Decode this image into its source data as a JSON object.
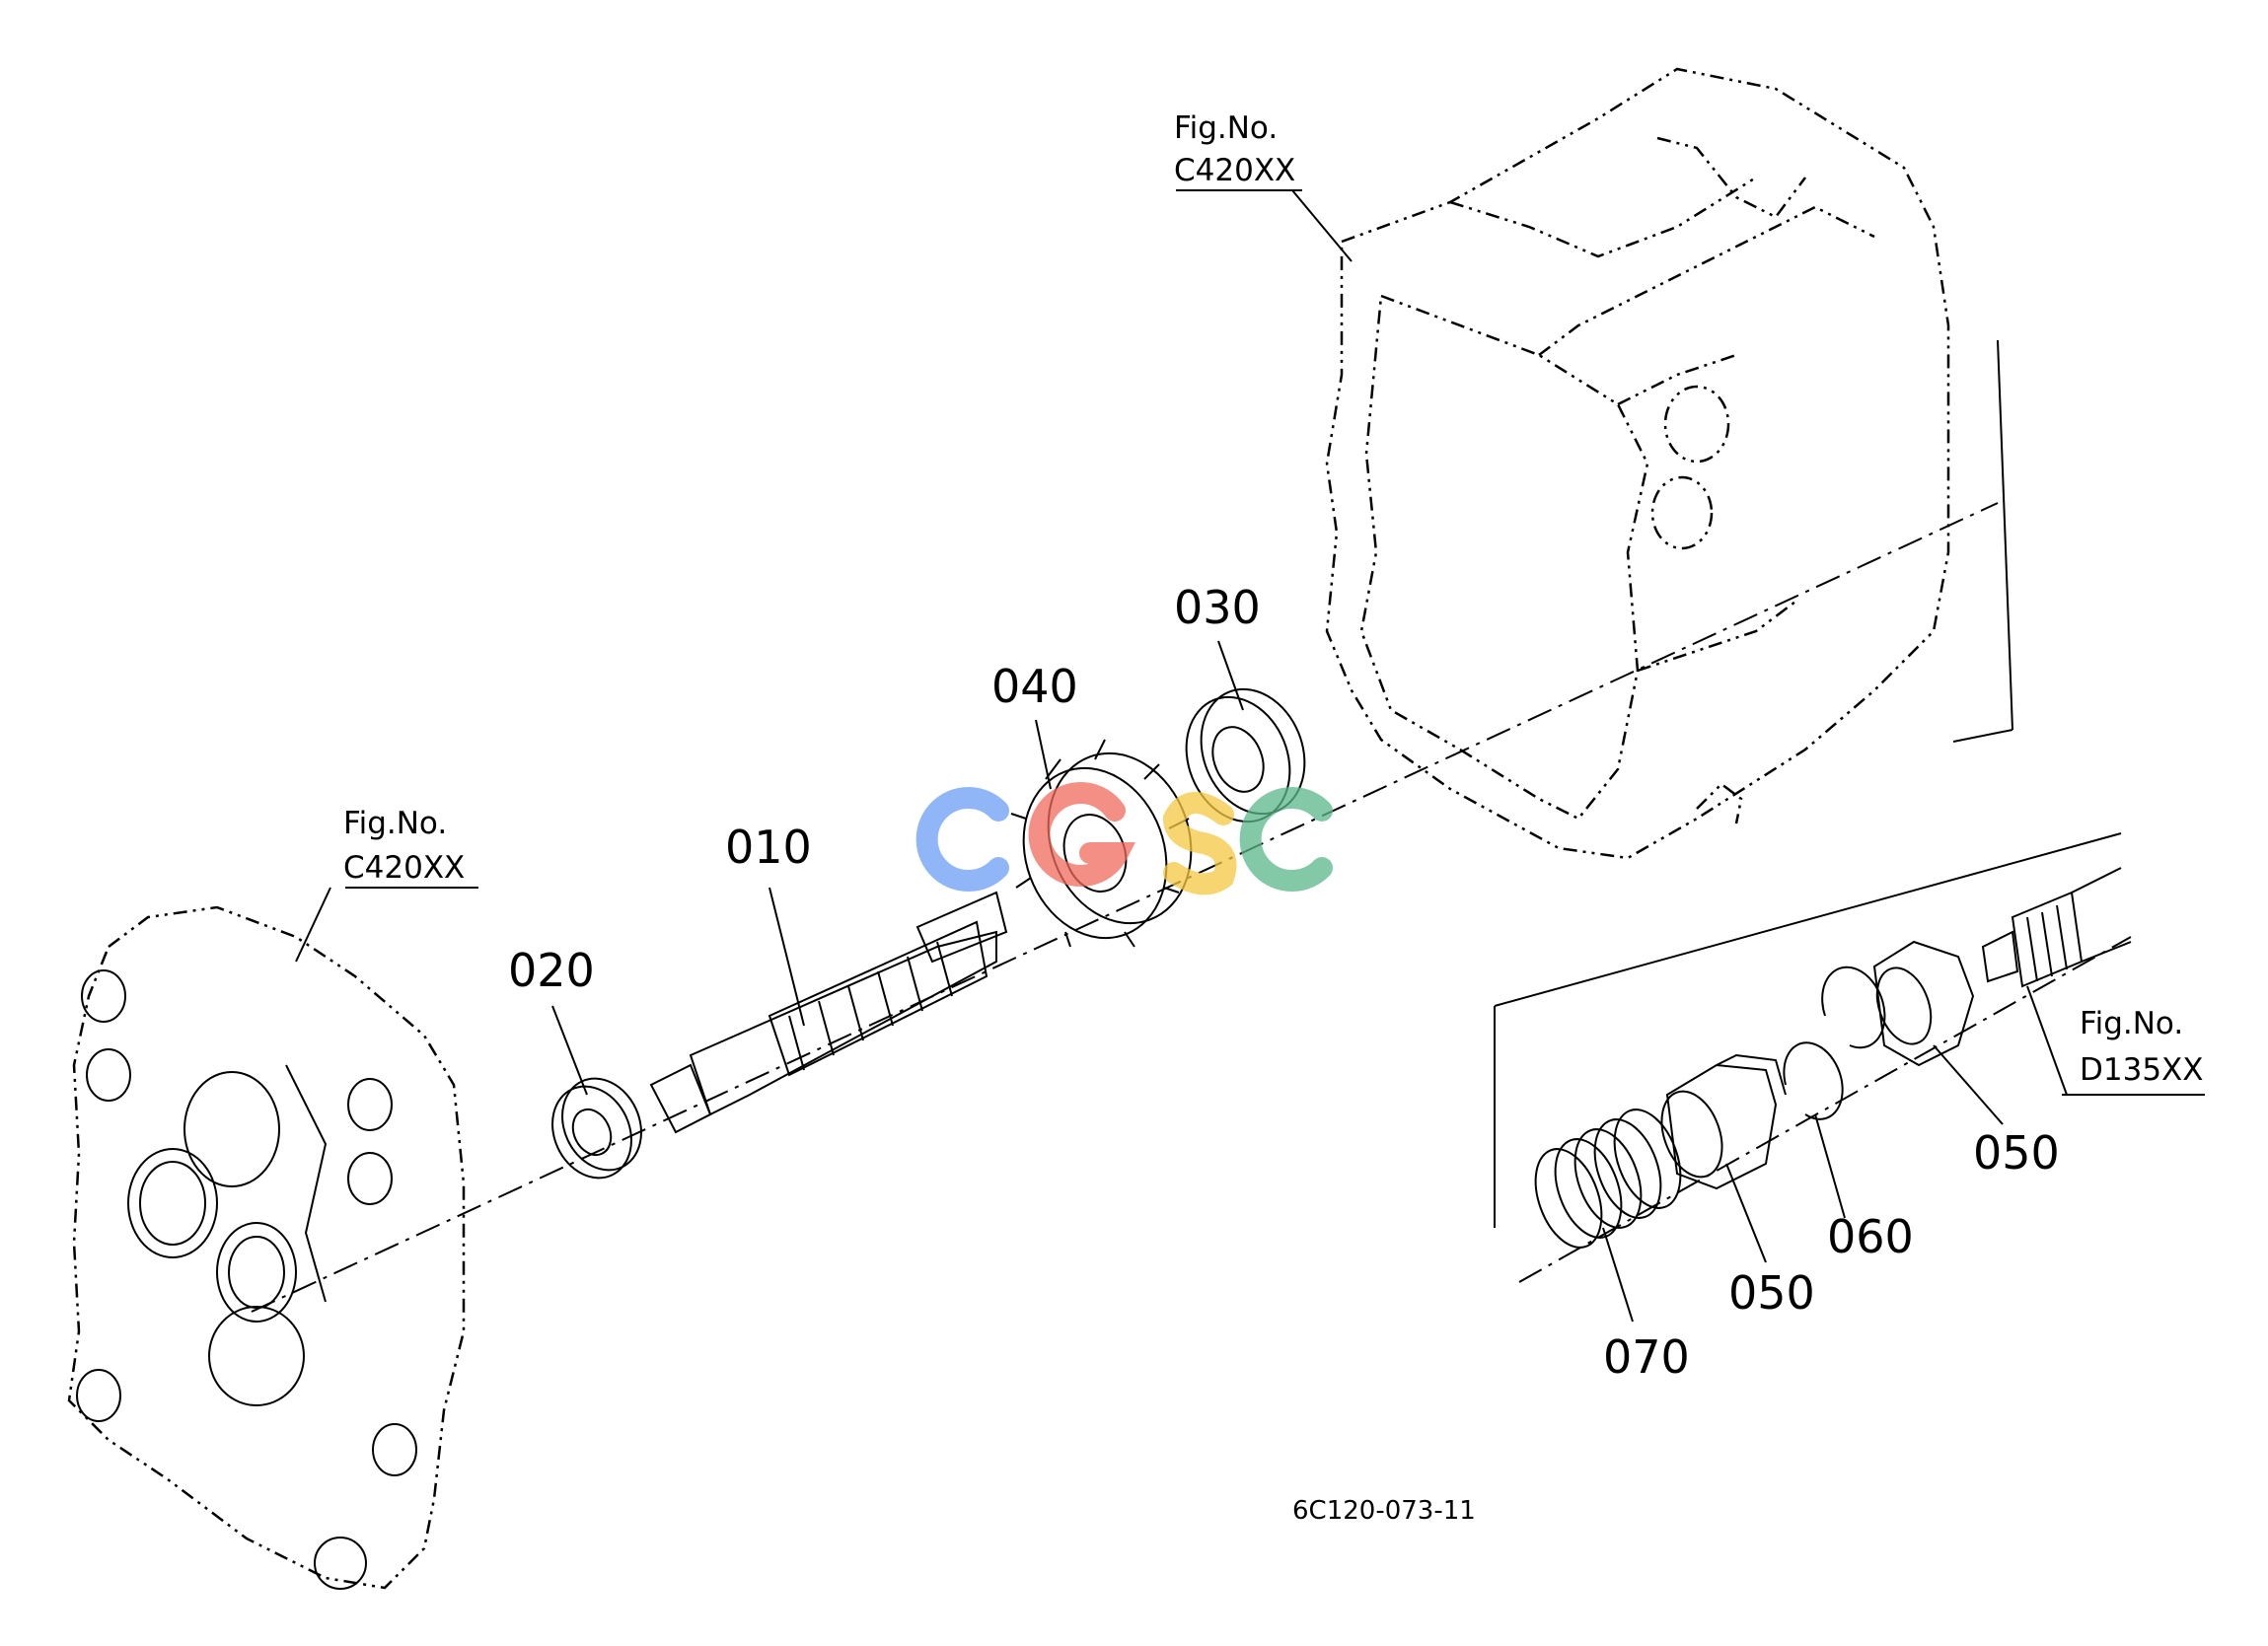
{
  "parts": [
    {
      "number": "010"
    },
    {
      "number": "020"
    },
    {
      "number": "030"
    },
    {
      "number": "040"
    },
    {
      "number": "050"
    },
    {
      "number": "050"
    },
    {
      "number": "060"
    },
    {
      "number": "070"
    }
  ],
  "figure_refs": [
    {
      "label": "Fig.No.",
      "code": "C420XX"
    },
    {
      "label": "Fig.No.",
      "code": "C420XX"
    },
    {
      "label": "Fig.No.",
      "code": "D135XX"
    }
  ],
  "diagram_id": "6C120-073-11",
  "watermark": {
    "text": "CGSC",
    "colors": [
      "#6b9ef5",
      "#f06a5c",
      "#f5c842",
      "#5cb88a"
    ]
  }
}
